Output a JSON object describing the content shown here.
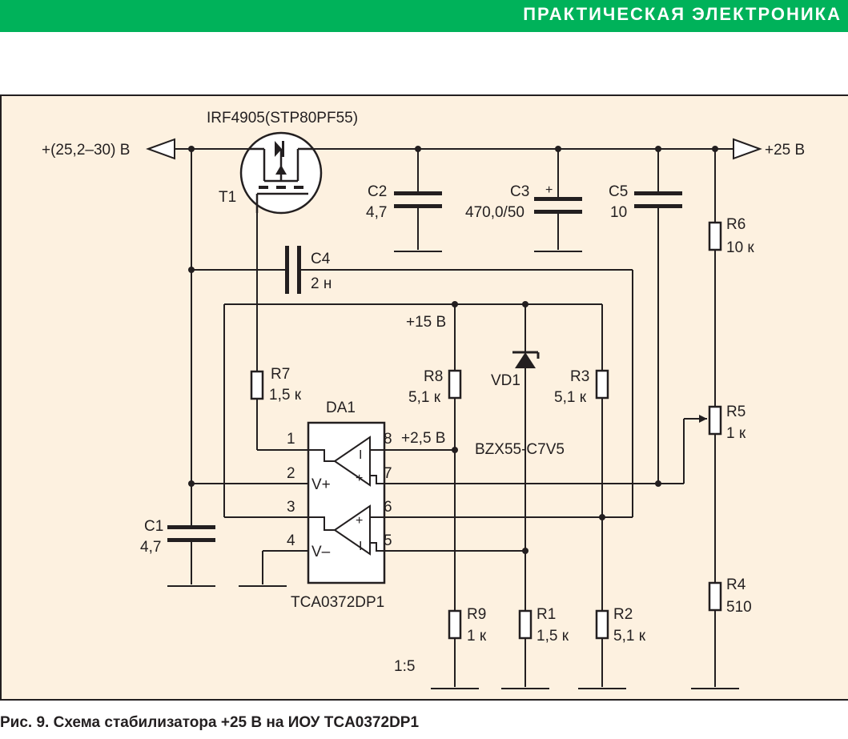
{
  "header": {
    "title": "ПРАКТИЧЕСКАЯ ЭЛЕКТРОНИКА"
  },
  "colors": {
    "header_bg": "#00b25a",
    "panel_bg": "#fdf1e0",
    "ink": "#231f20"
  },
  "schematic": {
    "input_label": "+(25,2–30) В",
    "output_label": "+25 В",
    "transistor": {
      "part": "IRF4905(STP80PF55)",
      "ref": "T1"
    },
    "C1": {
      "ref": "C1",
      "value": "4,7"
    },
    "C2": {
      "ref": "C2",
      "value": "4,7"
    },
    "C3": {
      "ref": "C3",
      "value": "470,0/50",
      "polarity": "+"
    },
    "C4": {
      "ref": "C4",
      "value": "2 н"
    },
    "C5": {
      "ref": "C5",
      "value": "10"
    },
    "R1": {
      "ref": "R1",
      "value": "1,5 к"
    },
    "R2": {
      "ref": "R2",
      "value": "5,1 к"
    },
    "R3": {
      "ref": "R3",
      "value": "5,1 к"
    },
    "R4": {
      "ref": "R4",
      "value": "510"
    },
    "R5": {
      "ref": "R5",
      "value": "1 к"
    },
    "R6": {
      "ref": "R6",
      "value": "10 к"
    },
    "R7": {
      "ref": "R7",
      "value": "1,5 к"
    },
    "R8": {
      "ref": "R8",
      "value": "5,1 к"
    },
    "R9": {
      "ref": "R9",
      "value": "1 к"
    },
    "VD1": {
      "ref": "VD1",
      "part": "BZX55-C7V5"
    },
    "DA1": {
      "ref": "DA1",
      "part": "TCA0372DP1",
      "pins": [
        "1",
        "2",
        "3",
        "4",
        "5",
        "6",
        "7",
        "8"
      ],
      "vplus": "V+",
      "vminus": "V–",
      "in_plus": "+",
      "in_minus": "I"
    },
    "rail_15": "+15 В",
    "rail_2_5": "+2,5 В",
    "ratio": "1:5"
  },
  "caption": "Рис. 9. Схема стабилизатора +25 В на ИОУ TCA0372DP1"
}
